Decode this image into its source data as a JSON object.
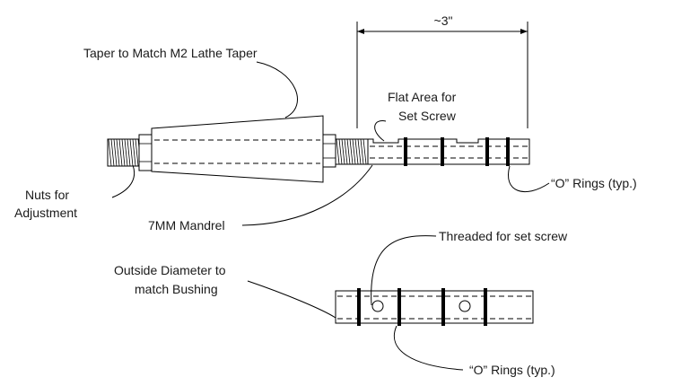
{
  "labels": {
    "dimension": "~3\"",
    "taper": "Taper to Match M2 Lathe Taper",
    "flat_area_line1": "Flat Area for",
    "flat_area_line2": "Set Screw",
    "nuts_line1": "Nuts for",
    "nuts_line2": "Adjustment",
    "mandrel": "7MM Mandrel",
    "o_rings_top": "“O” Rings (typ.)",
    "threaded": "Threaded for set screw",
    "outside_diameter_line1": "Outside Diameter to",
    "outside_diameter_line2": "match Bushing",
    "o_rings_bottom": "“O” Rings (typ.)"
  }
}
